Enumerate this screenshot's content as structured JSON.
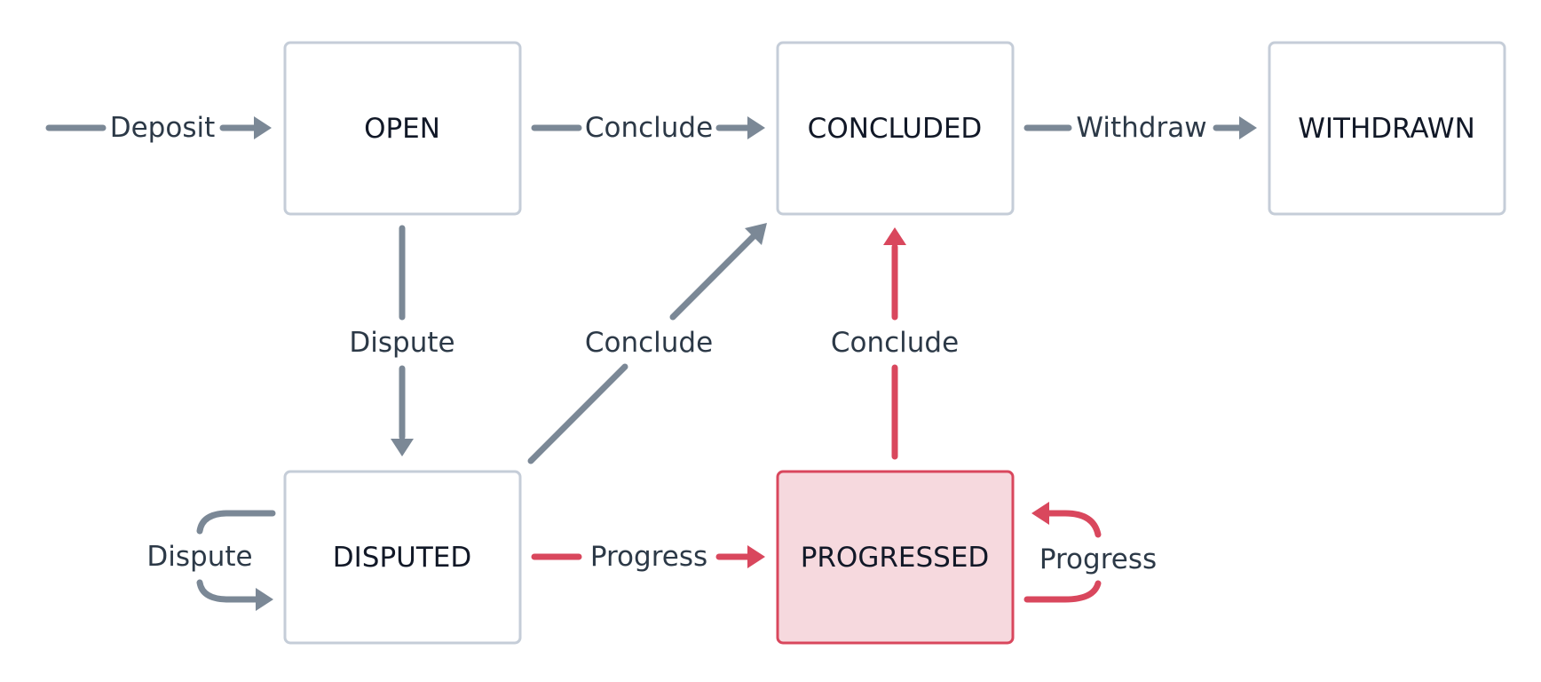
{
  "states": {
    "open": "OPEN",
    "concluded": "CONCLUDED",
    "withdrawn": "WITHDRAWN",
    "disputed": "DISPUTED",
    "progressed": "PROGRESSED"
  },
  "transitions": {
    "deposit": "Deposit",
    "open_conclude": "Conclude",
    "withdraw": "Withdraw",
    "open_dispute": "Dispute",
    "disputed_conclude": "Conclude",
    "progressed_conclude": "Conclude",
    "disputed_self_dispute": "Dispute",
    "disputed_progress": "Progress",
    "progressed_self_progress": "Progress"
  },
  "colors": {
    "edge_default": "#7b8896",
    "edge_highlight": "#d9475d",
    "box_border": "#c5cdd8",
    "box_highlight_fill": "#f6d9de",
    "text": "#111827"
  },
  "highlighted_state": "PROGRESSED"
}
